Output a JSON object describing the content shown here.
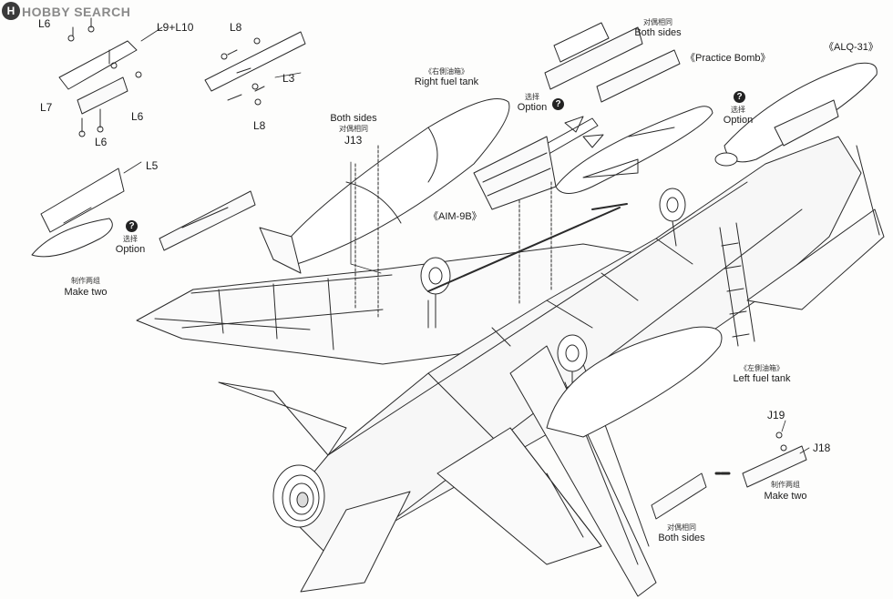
{
  "watermark": {
    "badge": "H",
    "text": "HOBBY SEARCH"
  },
  "parts": {
    "l6_a": "L6",
    "l9_l10": "L9+L10",
    "l7": "L7",
    "l6_b": "L6",
    "l6_c": "L6",
    "l8_top": "L8",
    "l3": "L3",
    "l8_bottom": "L8",
    "l5": "L5",
    "j13": "J13",
    "j19": "J19",
    "j18": "J18"
  },
  "labels": {
    "both_sides_zh_top": "对偶相同",
    "both_sides_top": "Both sides",
    "option_zh_left": "选择",
    "option_left": "Option",
    "make_two_zh_left": "制作两组",
    "make_two_left": "Make two",
    "right_tank_zh": "《右側油箱》",
    "right_tank": "Right fuel tank",
    "both_sides_j13": "Both sides",
    "both_sides_zh_j13": "对偶相同",
    "option_zh_mid": "选择",
    "option_mid": "Option",
    "aim9b": "《AIM-9B》",
    "practice_bomb": "《Practice Bomb》",
    "alq31": "《ALQ-31》",
    "option_zh_right": "选择",
    "option_right": "Option",
    "left_tank_zh": "《左側油箱》",
    "left_tank": "Left fuel tank",
    "make_two_zh_right": "制作两组",
    "make_two_right": "Make two",
    "both_sides_zh_bottom": "对偶相同",
    "both_sides_bottom": "Both sides",
    "option_mark": "?"
  },
  "colors": {
    "line": "#2a2a2a",
    "paper": "#fdfdfc"
  }
}
